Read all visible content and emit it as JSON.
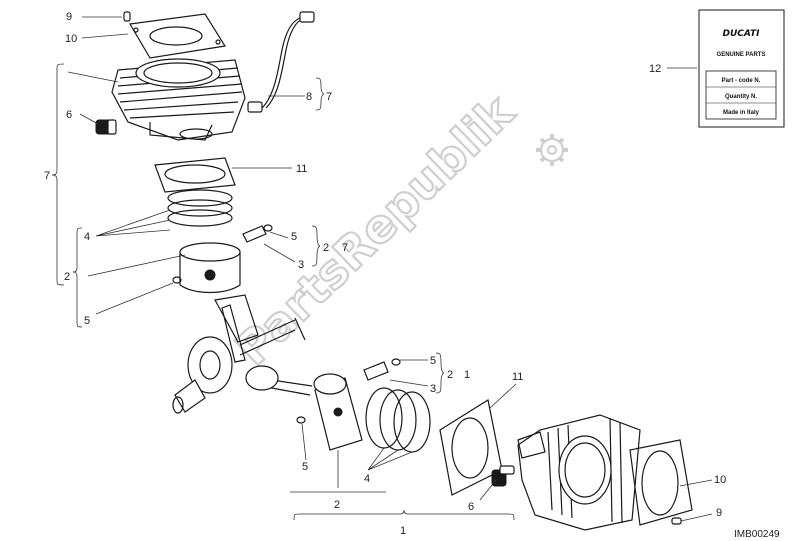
{
  "callouts": {
    "c9_top": "9",
    "c10_top": "10",
    "c7_left": "7",
    "c6_top": "6",
    "c8": "8",
    "c7_wire": "7",
    "c11_top": "11",
    "c4_top": "4",
    "c5_top_r": "5",
    "c3_top_r": "3",
    "c2_top_r": "2",
    "c7_pin": "7",
    "c2_left": "2",
    "c5_left": "5",
    "c5_bot_r": "5",
    "c3_bot_r": "3",
    "c2_bot_r": "2",
    "c1_bot_r": "1",
    "c11_bot": "11",
    "c5_bot": "5",
    "c4_bot": "4",
    "c2_bot": "2",
    "c6_bot": "6",
    "c10_bot": "10",
    "c9_bot": "9",
    "c1_bottom": "1",
    "c12": "12"
  },
  "card": {
    "brand": "DUCATI",
    "subtitle": "GENUINE PARTS",
    "row1": "Part - code N.",
    "row2": "Quantity N.",
    "row3": "Made in Italy"
  },
  "watermark": "PartsRepublik",
  "image_code": "IMB00249"
}
